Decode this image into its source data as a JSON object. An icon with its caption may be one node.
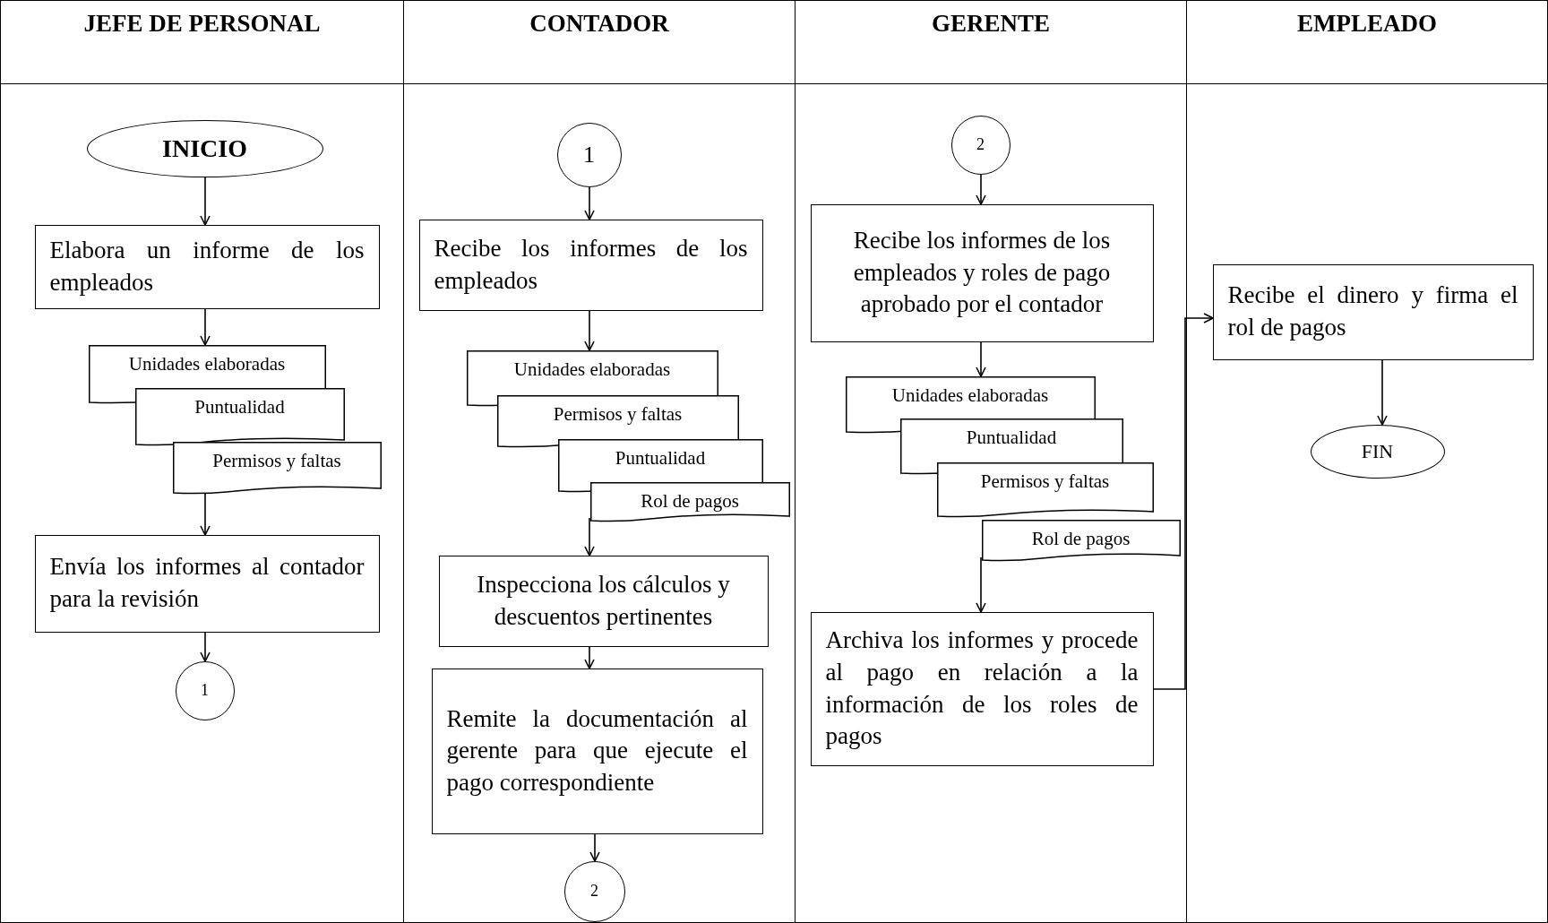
{
  "diagram": {
    "nodes": [
      {
        "text": [
          "JEFE DE PERSONAL"
        ]
      },
      {
        "text": [
          "INICIO"
        ],
        "in": 0
      },
      {
        "text": [
          "Elabora un informe de los empleados"
        ],
        "in": 0
      },
      {
        "text": [
          "Unidades elaboradas"
        ],
        "in": 0
      },
      {
        "text": [
          "Puntualidad"
        ],
        "in": 0
      },
      {
        "text": [
          "Permisos y faltas"
        ],
        "in": 0
      },
      {
        "text": [
          "Envía los informes al contador para la revisión"
        ],
        "in": 0
      },
      {
        "text": [
          "1"
        ],
        "in": 0
      },
      {
        "text": [
          "CONTADOR"
        ]
      },
      {
        "text": [
          "1"
        ],
        "in": 8
      },
      {
        "text": [
          "Recibe los informes de los empleados"
        ],
        "in": 8
      },
      {
        "text": [
          "Unidades elaboradas"
        ],
        "in": 8
      },
      {
        "text": [
          "Permisos y faltas"
        ],
        "in": 8
      },
      {
        "text": [
          "Puntualidad"
        ],
        "in": 8
      },
      {
        "text": [
          "Rol de pagos"
        ],
        "in": 8
      },
      {
        "text": [
          "Inspecciona los cálculos y descuentos pertinentes"
        ],
        "in": 8
      },
      {
        "text": [
          "Remite la documentación al gerente para que ejecute el pago correspondiente"
        ],
        "in": 8
      },
      {
        "text": [
          "2"
        ],
        "in": 8
      },
      {
        "text": [
          "GERENTE"
        ]
      },
      {
        "text": [
          "2"
        ],
        "in": 18
      },
      {
        "text": [
          "Recibe los informes de los empleados y roles de pago aprobado por el contador"
        ],
        "in": 18
      },
      {
        "text": [
          "Unidades elaboradas"
        ],
        "in": 18
      },
      {
        "text": [
          "Puntualidad"
        ],
        "in": 18
      },
      {
        "text": [
          "Permisos y faltas"
        ],
        "in": 18
      },
      {
        "text": [
          "Rol de pagos"
        ],
        "in": 18
      },
      {
        "text": [
          "Archiva los informes y procede al pago en relación a la información de los roles de pagos"
        ],
        "in": 18
      },
      {
        "text": [
          "EMPLEADO"
        ]
      },
      {
        "text": [
          "Recibe el dinero y firma el rol de pagos"
        ],
        "in": 26
      },
      {
        "text": [
          "FIN"
        ],
        "in": 26
      }
    ],
    "edges": [
      {
        "from": 1,
        "to": 2,
        "arrow": "to"
      },
      {
        "from": 2,
        "to": 3,
        "arrow": "to"
      },
      {
        "from": 5,
        "to": 6,
        "arrow": "to"
      },
      {
        "from": 6,
        "to": 7,
        "arrow": "to"
      },
      {
        "from": 9,
        "to": 10,
        "arrow": "to"
      },
      {
        "from": 10,
        "to": 11,
        "arrow": "to"
      },
      {
        "from": 14,
        "to": 15,
        "arrow": "to"
      },
      {
        "from": 15,
        "to": 16,
        "arrow": "to"
      },
      {
        "from": 16,
        "to": 17,
        "arrow": "to"
      },
      {
        "from": 19,
        "to": 20,
        "arrow": "to"
      },
      {
        "from": 20,
        "to": 21,
        "arrow": "to"
      },
      {
        "from": 24,
        "to": 25,
        "arrow": "to"
      },
      {
        "from": 25,
        "to": 27,
        "arrow": "to"
      },
      {
        "from": 27,
        "to": 28,
        "arrow": "to"
      }
    ]
  }
}
